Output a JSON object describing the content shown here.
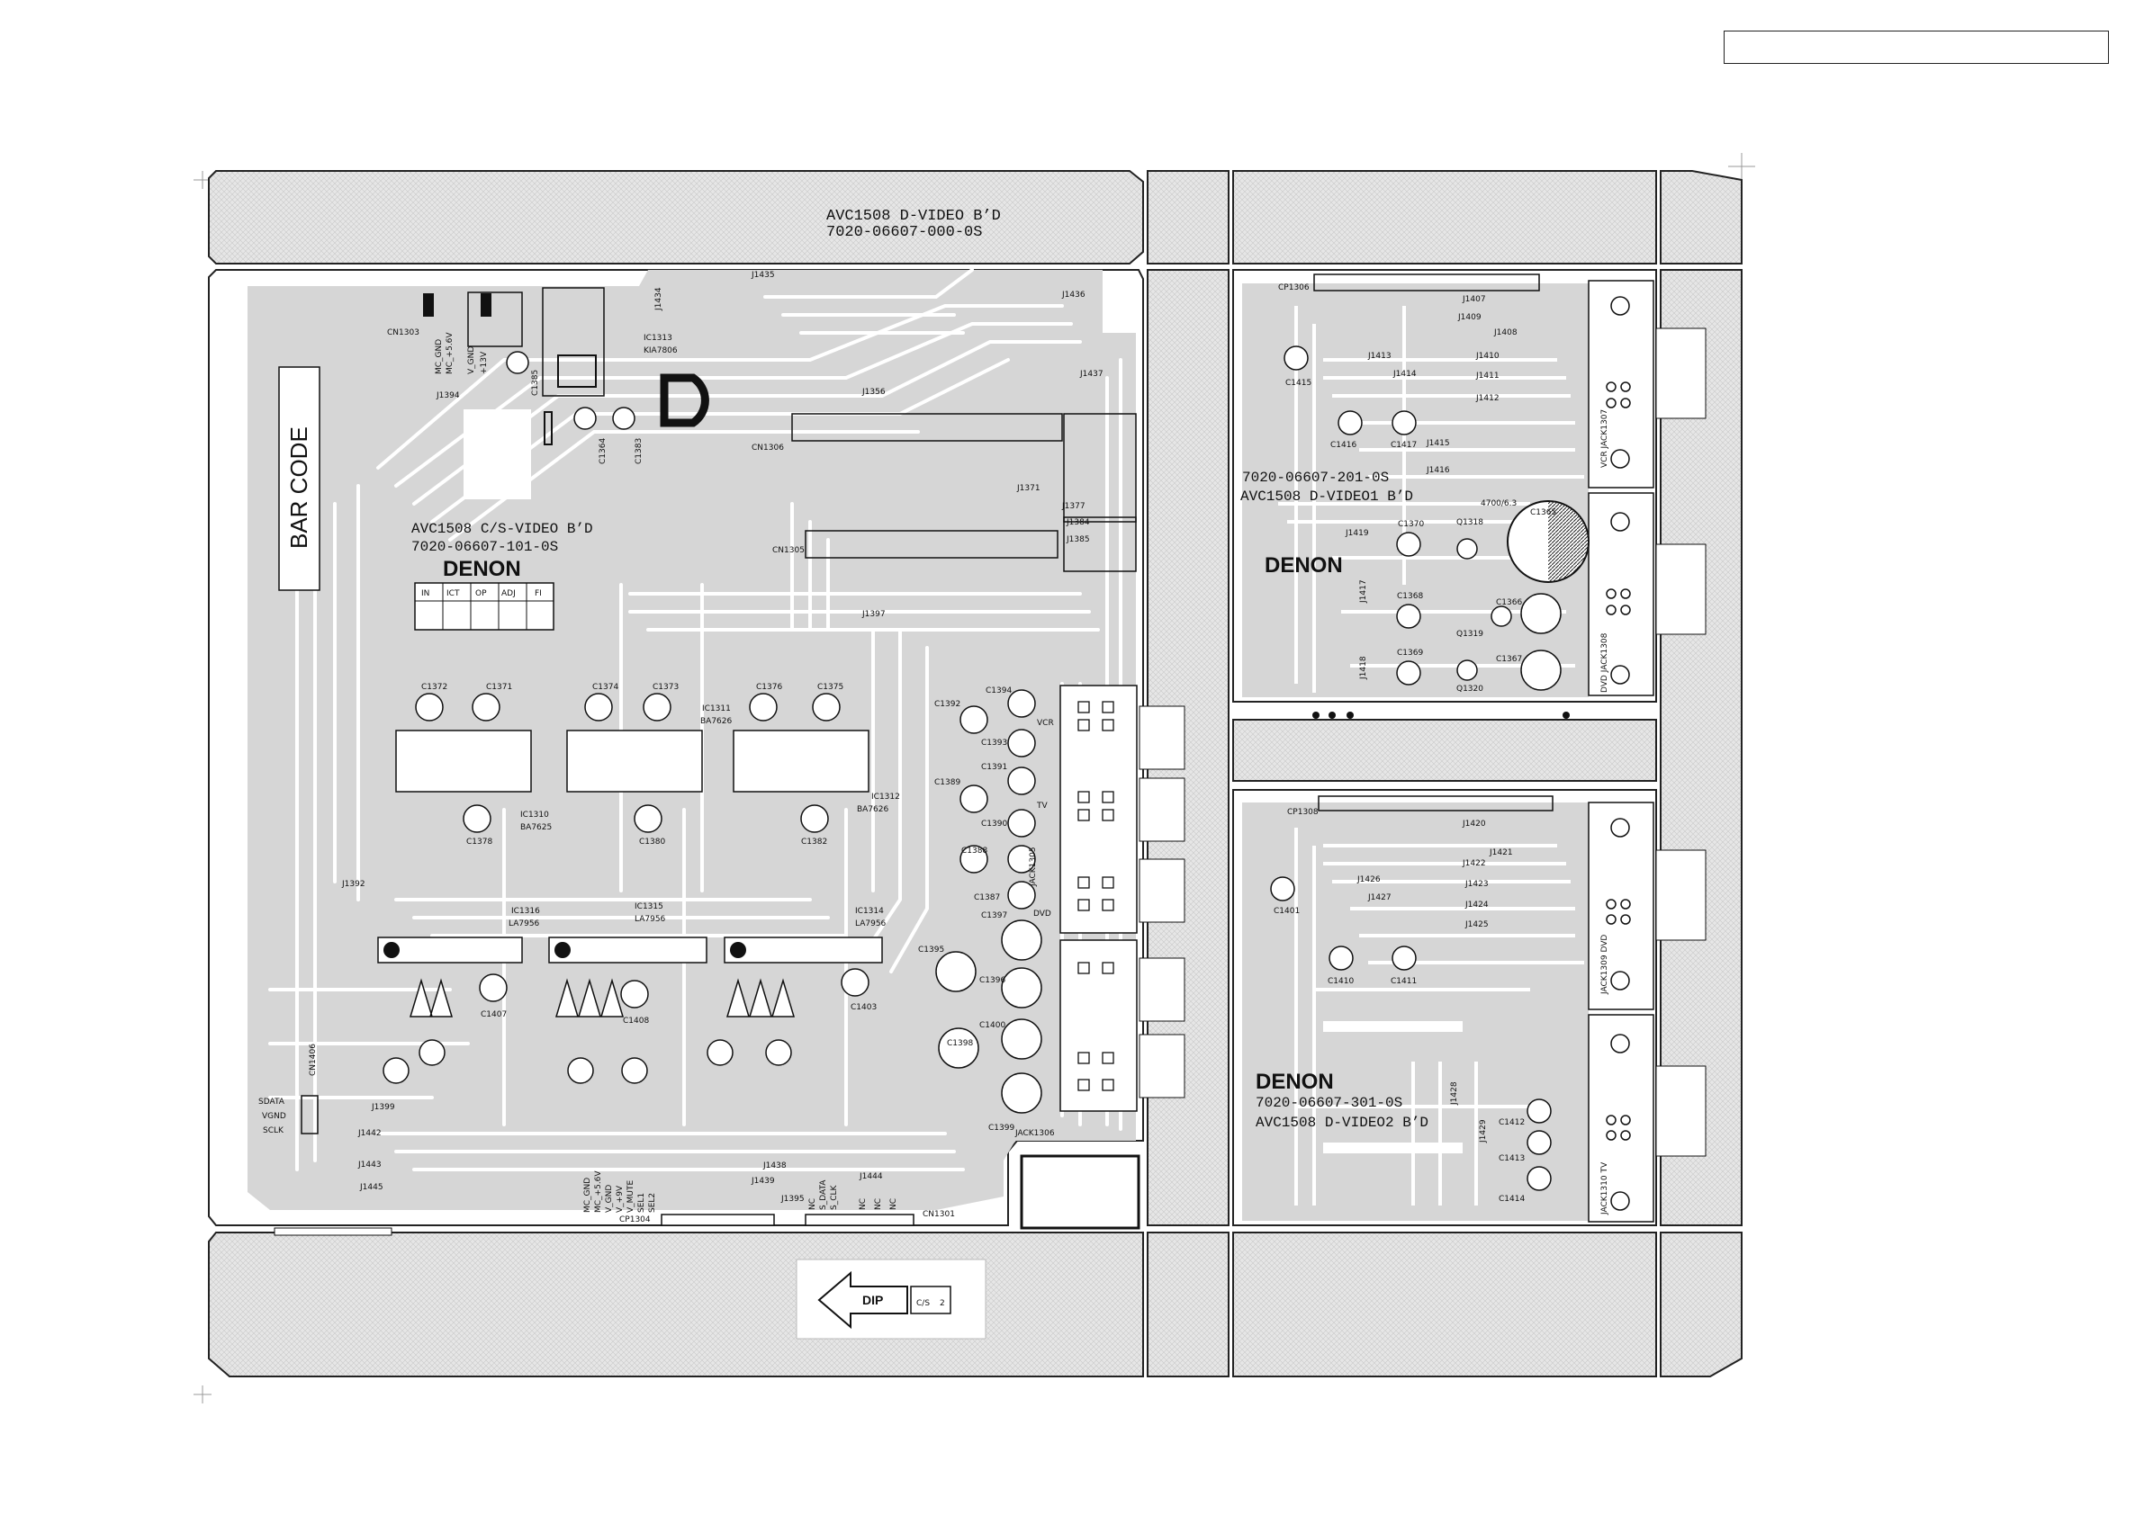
{
  "top_strip": {
    "board_name": "AVC1508 D-VIDEO B’D",
    "part_no": "7020-06607-000-0S"
  },
  "main_board": {
    "board_name": "AVC1508 C/S-VIDEO B’D",
    "part_no": "7020-06607-101-0S",
    "brand": "DENON",
    "bar_code": "BAR CODE",
    "check_boxes": [
      "IN",
      "ICT",
      "OP",
      "ADJ",
      "FI"
    ],
    "ics": [
      {
        "ref": "IC1313",
        "part": "KIA7806"
      },
      {
        "ref": "IC1310",
        "part": "BA7625"
      },
      {
        "ref": "IC1311",
        "part": "BA7626"
      },
      {
        "ref": "IC1312",
        "part": "BA7626"
      },
      {
        "ref": "IC1316",
        "part": "LA7956"
      },
      {
        "ref": "IC1315",
        "part": "LA7956"
      },
      {
        "ref": "IC1314",
        "part": "LA7956"
      }
    ],
    "connectors": [
      "CN1303",
      "CN1306",
      "CN1305",
      "CN1406",
      "CP1304",
      "CN1301"
    ],
    "cn1303_pins": [
      "MC_GND",
      "MC_+5.6V",
      "V_GND",
      "+13V"
    ],
    "cn1406_pins": [
      "SDATA",
      "VGND",
      "SCLK"
    ],
    "jack_labels": [
      "VCR",
      "TV",
      "DVD",
      "JACK1305",
      "JACK1306"
    ],
    "caps": [
      "C1385",
      "C1364",
      "C1383",
      "C1372",
      "C1371",
      "C1374",
      "C1373",
      "C1376",
      "C1375",
      "C1378",
      "C1380",
      "C1382",
      "C1394",
      "C1392",
      "C1393",
      "C1391",
      "C1389",
      "C1390",
      "C1388",
      "C1387",
      "C1397",
      "C1395",
      "C1396",
      "C1400",
      "C1398",
      "C1399",
      "C1407",
      "C1408",
      "C1403"
    ],
    "jumpers": [
      "J1435",
      "J1434",
      "J1436",
      "J1394",
      "J1356",
      "J1437",
      "J1371",
      "J1377",
      "J1384",
      "J1385",
      "J1397",
      "J1392",
      "J1399",
      "J1442",
      "J1443",
      "J1445",
      "J1438",
      "J1439",
      "J1444",
      "J1395"
    ],
    "bottom_pins": [
      "MC_GND",
      "MC_+5.6V",
      "V_GND",
      "V_+9V",
      "V_MUTE",
      "SEL1",
      "SEL2"
    ],
    "cn1301_pins": [
      "NC",
      "S_DATA",
      "S_CLK",
      "NC",
      "NC",
      "NC"
    ]
  },
  "dip_arrow": {
    "label": "DIP",
    "suffix": "C/S",
    "mark": "2"
  },
  "video1_board": {
    "part_no": "7020-06607-201-0S",
    "board_name": "AVC1508 D-VIDEO1 B’D",
    "brand": "DENON",
    "cap_rating": "4700/6.3",
    "connector": "CP1306",
    "jacks": [
      "VCR JACK1307",
      "DVD JACK1308"
    ],
    "caps": [
      "C1415",
      "C1416",
      "C1417",
      "C1365",
      "C1370",
      "C1368",
      "C1366",
      "C1369",
      "C1367"
    ],
    "transistors": [
      "Q1318",
      "Q1319",
      "Q1320"
    ],
    "jumpers": [
      "J1407",
      "J1409",
      "J1408",
      "J1410",
      "J1413",
      "J1414",
      "J1411",
      "J1412",
      "J1415",
      "J1416",
      "J1419",
      "J1417",
      "J1418"
    ]
  },
  "video2_board": {
    "brand": "DENON",
    "part_no": "7020-06607-301-0S",
    "board_name": "AVC1508 D-VIDEO2 B’D",
    "connector": "CP1308",
    "jacks": [
      "JACK1309 DVD",
      "JACK1310 TV"
    ],
    "caps": [
      "C1401",
      "C1410",
      "C1411",
      "C1412",
      "C1413",
      "C1414"
    ],
    "jumpers": [
      "J1420",
      "J1421",
      "J1422",
      "J1426",
      "J1423",
      "J1427",
      "J1424",
      "J1425",
      "J1428",
      "J1429"
    ]
  },
  "colors": {
    "ink": "#111111",
    "board_fill": "#d6d6d6",
    "panel_fill": "#e4e4e4",
    "trace": "#ffffff"
  }
}
